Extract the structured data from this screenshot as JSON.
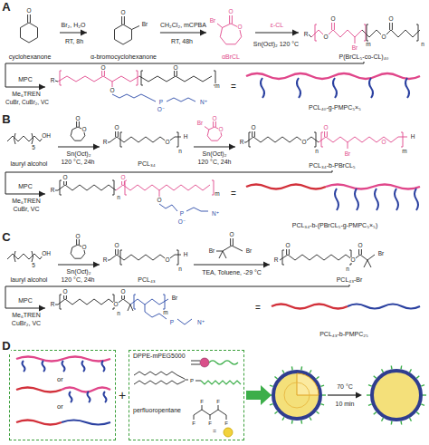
{
  "diagram": {
    "nodes": [
      {
        "text": [
          "cyclohexanone"
        ]
      },
      {
        "text": [
          "α-bromocyclohexanone"
        ]
      },
      {
        "text": [
          "αBrCL"
        ]
      },
      {
        "text": [
          "P(BrCL₅-co-CL)₄₀"
        ]
      },
      {
        "text": [
          "PCL₄₀-g-PMPC₅×₅"
        ]
      },
      {
        "text": [
          "lauryl alcohol"
        ]
      },
      {
        "text": [
          "PCL₃₄"
        ]
      },
      {
        "text": [
          "PCL₃₄-b-PBrCL₅"
        ]
      },
      {
        "text": [
          "PCL₃₄-b-(PBrCL₅-g-PMPC₅×₅)"
        ]
      },
      {
        "text": [
          "lauryl alcohol"
        ]
      },
      {
        "text": [
          "PCL₄₃"
        ]
      },
      {
        "text": [
          "PCL₄₃-Br"
        ]
      },
      {
        "text": [
          "PCL₄₃-b-PMPC₂₅"
        ]
      },
      {
        "text": [
          "or",
          "or"
        ]
      },
      {
        "text": [
          "DPPE-mPEG5000",
          "perfluoropentane",
          "="
        ]
      }
    ],
    "edges": [
      {
        "from": 0,
        "to": 1,
        "arrow": "to",
        "label": "Br₂, H₂O"
      },
      {
        "from": 1,
        "to": 2,
        "arrow": "to",
        "label": "CH₂Cl₂, mCPBA"
      },
      {
        "from": 2,
        "to": 3,
        "arrow": "to",
        "label": "ε-CL"
      },
      {
        "from": 3,
        "to": 4,
        "arrow": "to",
        "label": "MPC"
      },
      {
        "from": 5,
        "to": 6,
        "arrow": "to",
        "label": "Sn(Oct)₂"
      },
      {
        "from": 6,
        "to": 7,
        "arrow": "to",
        "label": "Sn(Oct)₂"
      },
      {
        "from": 7,
        "to": 8,
        "arrow": "to",
        "label": "MPC"
      },
      {
        "from": 9,
        "to": 10,
        "arrow": "to",
        "label": "Sn(Oct)₂"
      },
      {
        "from": 10,
        "to": 11,
        "arrow": "to",
        "label": "TEA, Toluene, -29 °C"
      },
      {
        "from": 11,
        "to": 12,
        "arrow": "to",
        "label": "MPC"
      }
    ],
    "labels": [
      "A",
      "O",
      "RT, 8h",
      "O",
      "Br",
      "RT, 48h",
      "O",
      "O",
      "Br",
      "Sn(Oct)₂ 120 °C",
      "R",
      "O",
      "O",
      "Br",
      "O",
      "O",
      "m",
      "n",
      "Me₆TREN",
      "CuBr, CuBr₂, VC",
      "R",
      "O",
      "O",
      "O",
      "P",
      "N⁺",
      "O⁻",
      "m",
      "=",
      "B",
      "5",
      "OH",
      "O",
      "O",
      "120 °C, 24h",
      "R",
      "O",
      "O",
      "n",
      "H",
      "O",
      "O",
      "Br",
      "120 °C, 24h",
      "R",
      "O",
      "O",
      "n",
      "O",
      "Br",
      "O",
      "m",
      "H",
      "Me₆TREN",
      "CuBr, VC",
      "R",
      "O",
      "n",
      "O",
      "O",
      "P",
      "N⁺",
      "O⁻",
      "m",
      "=",
      "C",
      "5",
      "OH",
      "O",
      "O",
      "120 °C, 24h",
      "R",
      "O",
      "O",
      "n",
      "H",
      "Br",
      "O",
      "Br",
      "R",
      "O",
      "O",
      "n",
      "O",
      "Br",
      "Me₆TREN",
      "CuBr₂, VC",
      "R",
      "O",
      "O",
      "n",
      "O",
      "m",
      "Br",
      "P",
      "N⁺",
      "=",
      "D",
      "+",
      "70 °C",
      "10 min",
      "F",
      "F",
      "F",
      "F",
      "F",
      "P"
    ]
  }
}
